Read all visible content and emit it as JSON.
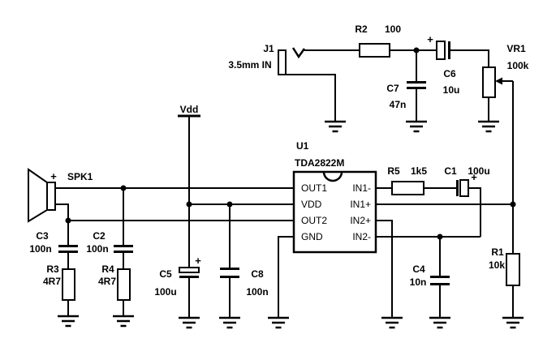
{
  "components": {
    "J1": {
      "ref": "J1",
      "value": "3.5mm IN"
    },
    "R2": {
      "ref": "R2",
      "value": "100"
    },
    "C7": {
      "ref": "C7",
      "value": "47n"
    },
    "C6": {
      "ref": "C6",
      "value": "10u"
    },
    "VR1": {
      "ref": "VR1",
      "value": "100k"
    },
    "U1": {
      "ref": "U1",
      "value": "TDA2822M"
    },
    "R5": {
      "ref": "R5",
      "value": "1k5"
    },
    "C1": {
      "ref": "C1",
      "value": "100u"
    },
    "SPK1": {
      "ref": "SPK1"
    },
    "C3": {
      "ref": "C3",
      "value": "100n"
    },
    "C2": {
      "ref": "C2",
      "value": "100n"
    },
    "R3": {
      "ref": "R3",
      "value": "4R7"
    },
    "R4": {
      "ref": "R4",
      "value": "4R7"
    },
    "C5": {
      "ref": "C5",
      "value": "100u"
    },
    "C8": {
      "ref": "C8",
      "value": "100n"
    },
    "C4": {
      "ref": "C4",
      "value": "10n"
    },
    "R1": {
      "ref": "R1",
      "value": "10k"
    }
  },
  "ic_pins": {
    "left": [
      "OUT1",
      "VDD",
      "OUT2",
      "GND"
    ],
    "right": [
      "IN1-",
      "IN1+",
      "IN2+",
      "IN2-"
    ]
  },
  "power": {
    "vdd": "Vdd"
  },
  "symbols": {
    "plus": "+"
  },
  "colors": {
    "wire": "#000000",
    "background": "#ffffff"
  }
}
